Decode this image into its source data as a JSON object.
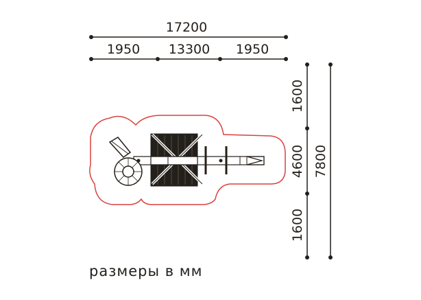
{
  "dimensions": {
    "total_length": "17200",
    "segments": [
      "1950",
      "13300",
      "1950"
    ],
    "width_segments": [
      "1600",
      "4600",
      "1600"
    ],
    "total_width": "7800"
  },
  "caption": "размеры в мм",
  "colors": {
    "outline": "#d9413f",
    "ink": "#231f1a"
  }
}
